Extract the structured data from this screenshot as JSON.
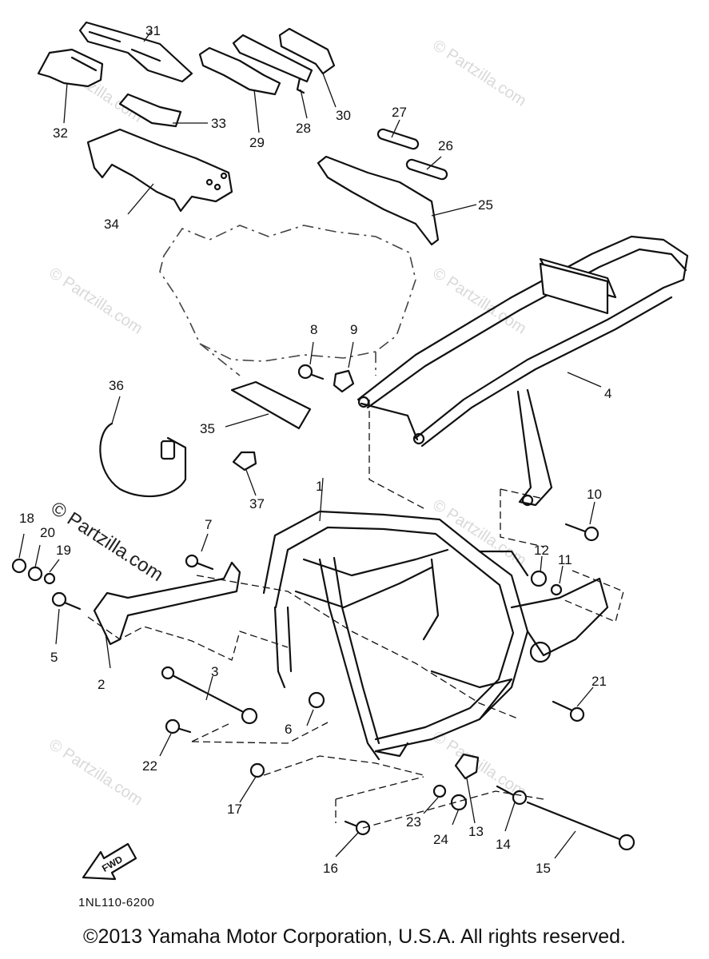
{
  "diagram": {
    "labels": [
      "1",
      "2",
      "3",
      "4",
      "5",
      "6",
      "7",
      "8",
      "9",
      "10",
      "11",
      "12",
      "13",
      "14",
      "15",
      "16",
      "17",
      "18",
      "19",
      "20",
      "21",
      "22",
      "23",
      "24",
      "25",
      "26",
      "27",
      "28",
      "29",
      "30",
      "31",
      "32",
      "33",
      "34",
      "35",
      "36",
      "37"
    ],
    "fwd_arrow_text": "FWD",
    "drawing_code": "1NL110-6200",
    "watermark_text": "© Partzilla.com",
    "copyright": "©2013 Yamaha Motor Corporation, U.S.A. All rights reserved."
  }
}
